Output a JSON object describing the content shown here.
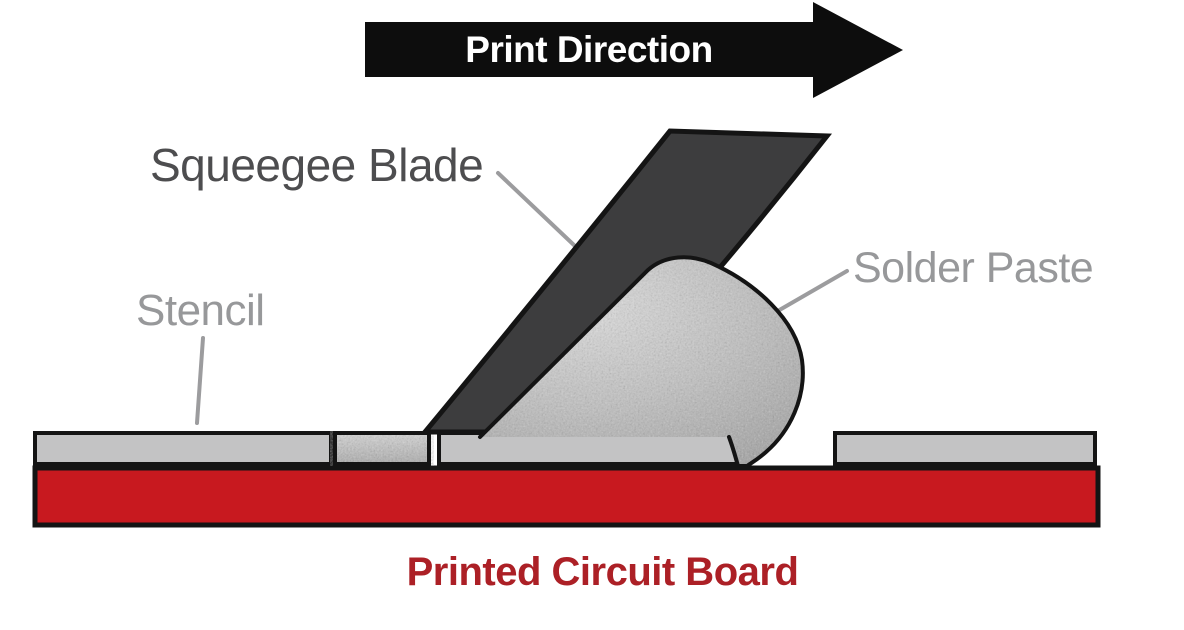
{
  "diagram": {
    "description": "Solder paste stencil printing process diagram",
    "arrow": {
      "label": "Print Direction",
      "direction": "right"
    },
    "labels": {
      "squeegee": "Squeegee Blade",
      "solder_paste": "Solder Paste",
      "stencil": "Stencil",
      "pcb": "Printed Circuit Board"
    },
    "colors": {
      "background": "#ffffff",
      "arrow_black": "#0d0d0d",
      "arrow_text": "#ffffff",
      "blade_fill": "#3d3d3e",
      "outline_black": "#141414",
      "stencil_fill": "#c3c3c4",
      "paste_base": "#bdbdbd",
      "pcb_fill": "#c8191f",
      "pcb_label_red": "#ac2026",
      "label_dark_gray": "#4d4d4f",
      "label_light_gray": "#97989a",
      "leader_line_gray": "#9c9c9e"
    }
  }
}
